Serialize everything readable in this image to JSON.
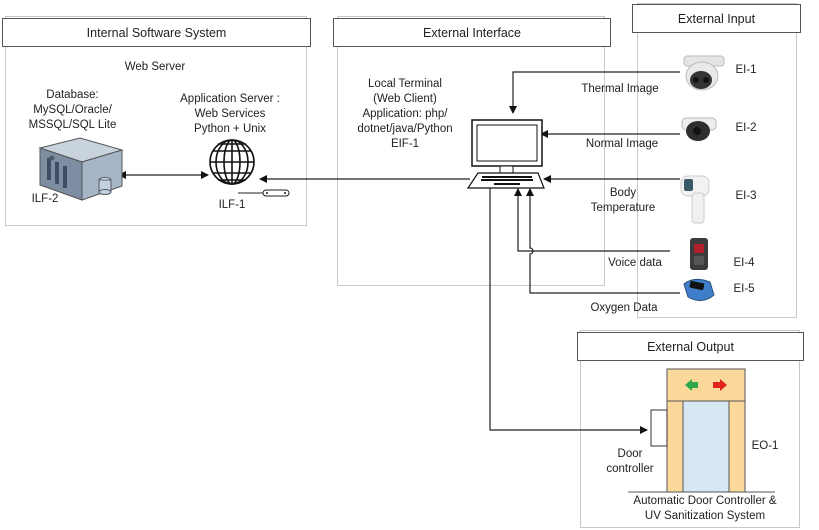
{
  "internal_system": {
    "title": "Internal Software System",
    "web_server_label": "Web Server",
    "database": {
      "lines": [
        "Database:",
        "MySQL/Oracle/",
        "MSSQL/SQL Lite"
      ],
      "id": "ILF-2",
      "icon": "server-database-icon"
    },
    "app_server": {
      "lines": [
        "Application Server :",
        "Web Services",
        "Python + Unix"
      ],
      "id": "ILF-1",
      "icon": "globe-icon"
    }
  },
  "external_interface": {
    "title": "External Interface",
    "terminal": {
      "lines": [
        "Local Terminal",
        "(Web Client)",
        "Application: php/",
        "dotnet/java/Python",
        "EIF-1"
      ],
      "icon": "computer-terminal-icon"
    }
  },
  "external_input": {
    "title": "External Input",
    "devices": [
      {
        "id": "EI-1",
        "signal": "Thermal Image",
        "icon": "thermal-camera-icon"
      },
      {
        "id": "EI-2",
        "signal": "Normal Image",
        "icon": "dome-camera-icon"
      },
      {
        "id": "EI-3",
        "signal_lines": [
          "Body",
          "Temperature"
        ],
        "icon": "thermometer-gun-icon"
      },
      {
        "id": "EI-4",
        "signal": "Voice data",
        "icon": "voice-recorder-icon"
      },
      {
        "id": "EI-5",
        "signal": "Oxygen Data",
        "icon": "pulse-oximeter-icon"
      }
    ]
  },
  "external_output": {
    "title": "External Output",
    "id": "EO-1",
    "door_controller_lines": [
      "Door",
      "controller"
    ],
    "system_lines": [
      "Automatic Door Controller &",
      "UV Sanitization System"
    ],
    "colors": {
      "frame": "#fbd99a",
      "glass": "#d6e8f4",
      "arrow_left": "#2ea84a",
      "arrow_right": "#e0241b"
    }
  }
}
